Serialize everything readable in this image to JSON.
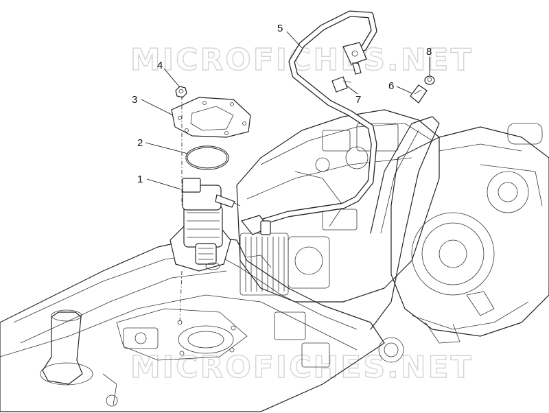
{
  "watermark": {
    "top": "MICROFICHES.NET",
    "bottom": "MICROFICHES.NET"
  },
  "callouts": {
    "c1": "1",
    "c2": "2",
    "c3": "3",
    "c4": "4",
    "c5": "5",
    "c6": "6",
    "c7": "7",
    "c8": "8"
  }
}
